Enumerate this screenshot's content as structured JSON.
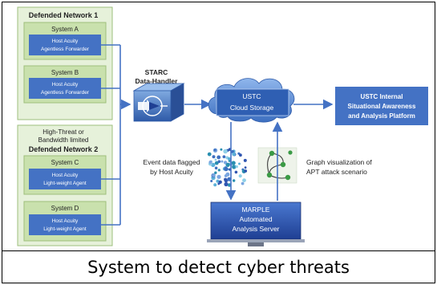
{
  "networks": [
    {
      "title": "Defended Network 1",
      "subtitle_lines": [],
      "systems": [
        {
          "name": "System A",
          "component_lines": [
            "Host Acuity",
            "Agentless Forwarder"
          ]
        },
        {
          "name": "System B",
          "component_lines": [
            "Host Acuity",
            "Agentless Forwarder"
          ]
        }
      ]
    },
    {
      "title": "Defended Network 2",
      "subtitle_lines": [
        "High-Threat or",
        "Bandwidth limited"
      ],
      "systems": [
        {
          "name": "System C",
          "component_lines": [
            "Host Acuity",
            "Light-weight Agent"
          ]
        },
        {
          "name": "System D",
          "component_lines": [
            "Host Acuity",
            "Light-weight Agent"
          ]
        }
      ]
    }
  ],
  "starc": {
    "lines": [
      "STARC",
      "Data-Handler"
    ]
  },
  "cloud": {
    "lines": [
      "USTC",
      "Cloud Storage"
    ]
  },
  "platform": {
    "lines": [
      "USTC Internal",
      "Situational Awareness",
      "and Analysis Platform"
    ]
  },
  "event_label": {
    "lines": [
      "Event data flagged",
      "by Host Acuity"
    ]
  },
  "graph_label": {
    "lines": [
      "Graph visualization of",
      "APT attack scenario"
    ]
  },
  "marple": {
    "lines": [
      "MARPLE",
      "Automated",
      "Analysis Server"
    ]
  },
  "caption": "System to detect cyber threats",
  "colors": {
    "network_fill": "#e6f1da",
    "network_border": "#9ebf7c",
    "system_fill": "#c9e1ad",
    "component_fill": "#4472c4",
    "arrow": "#4472c4",
    "starc_fill": "#4a7cc4",
    "cloud_fill": "#5a8fd4",
    "platform_fill": "#4472c4",
    "marple_fill": "#2f55b0"
  }
}
